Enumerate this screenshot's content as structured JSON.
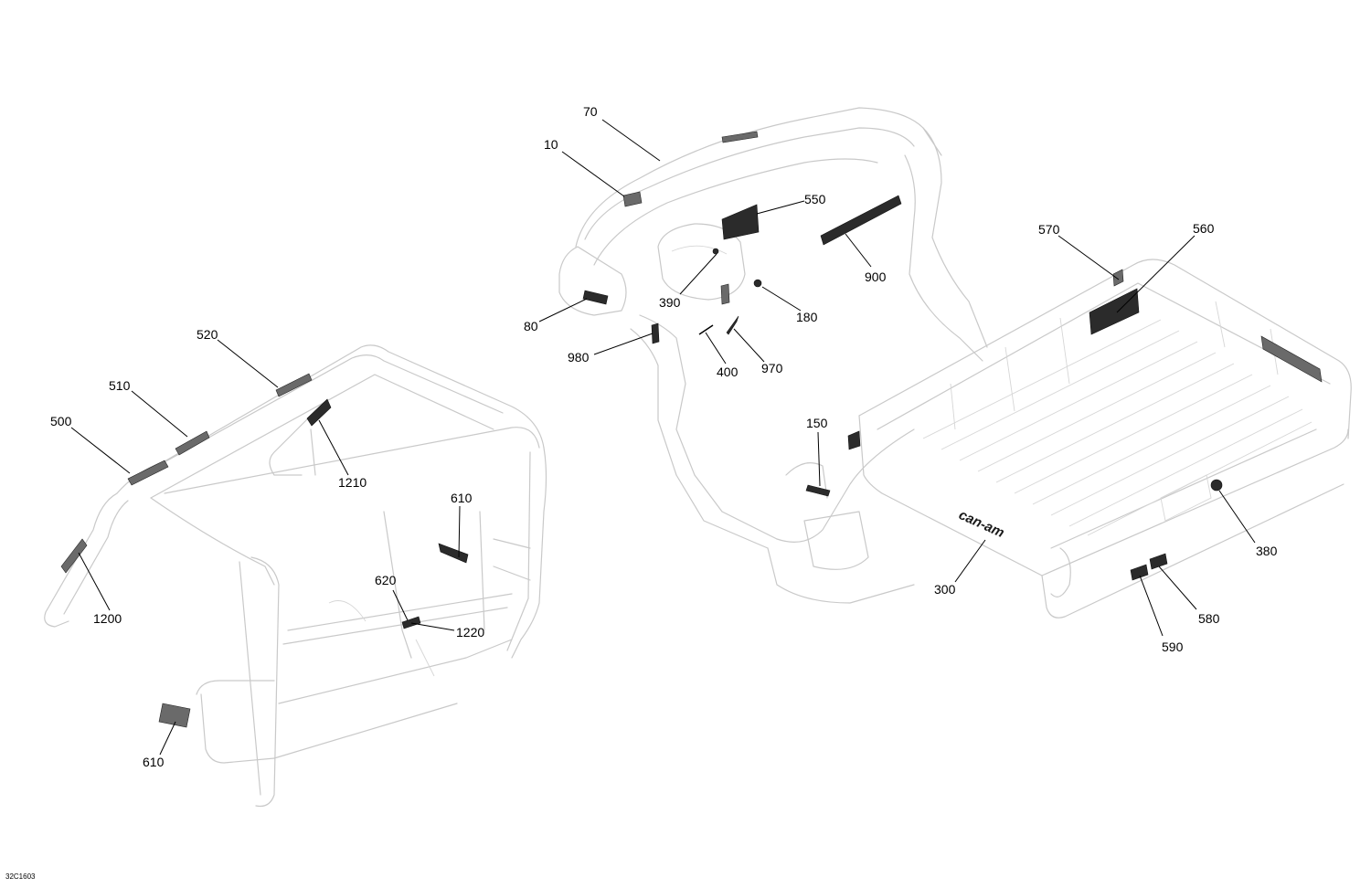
{
  "diagram": {
    "drawing_ref": "32C1603",
    "logo_text": "can-am",
    "callouts": {
      "c10": "10",
      "c70": "70",
      "c80": "80",
      "c150": "150",
      "c180": "180",
      "c300": "300",
      "c380": "380",
      "c390": "390",
      "c400": "400",
      "c500": "500",
      "c510": "510",
      "c520": "520",
      "c550": "550",
      "c560": "560",
      "c570": "570",
      "c580": "580",
      "c590": "590",
      "c610a": "610",
      "c610b": "610",
      "c620": "620",
      "c900": "900",
      "c970": "970",
      "c980": "980",
      "c1200": "1200",
      "c1210": "1210",
      "c1220": "1220"
    }
  }
}
